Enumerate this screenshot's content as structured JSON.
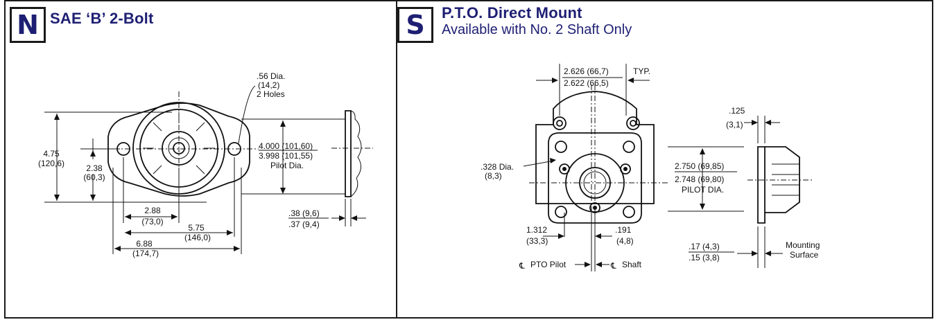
{
  "panel_n": {
    "badge": "N",
    "title": "SAE ‘B’ 2-Bolt",
    "dims": {
      "hole_dia_in": ".56 Dia.",
      "hole_dia_mm": "(14,2)",
      "hole_count": "2 Holes",
      "height_in": "4.75",
      "height_mm": "(120,6)",
      "half_height_in": "2.38",
      "half_height_mm": "(60,3)",
      "pilot_max": "4.000  (101,60)",
      "pilot_min": "3.998 (101,55)",
      "pilot_label": "Pilot Dia.",
      "half_width_in": "2.88",
      "half_width_mm": "(73,0)",
      "bolt_span_in": "5.75",
      "bolt_span_mm": "(146,0)",
      "overall_in": "6.88",
      "overall_mm": "(174,7)",
      "flange_max": ".38 (9,6)",
      "flange_min": ".37 (9,4)"
    }
  },
  "panel_s": {
    "badge": "S",
    "title": "P.T.O. Direct Mount",
    "subtitle": "Available with No. 2 Shaft Only",
    "dims": {
      "top_max": "2.626 (66,7)",
      "top_min": "2.622 (66,5)",
      "typ": "TYP.",
      "hole_dia_in": ".328 Dia.",
      "hole_dia_mm": "(8,3)",
      "pilot_max": "2.750 (69,85)",
      "pilot_min": "2.748 (69,80)",
      "pilot_label": "PILOT DIA.",
      "side_in": ".125",
      "side_mm": "(3,1)",
      "offset_in": "1.312",
      "offset_mm": "(33,3)",
      "shaft_in": ".191",
      "shaft_mm": "(4,8)",
      "cl_pto": "PTO Pilot",
      "cl_shaft": "Shaft",
      "cl_symbol": "℄",
      "mount_max": ".17 (4,3)",
      "mount_min": ".15 (3,8)",
      "mount_label1": "Mounting",
      "mount_label2": "Surface"
    }
  }
}
